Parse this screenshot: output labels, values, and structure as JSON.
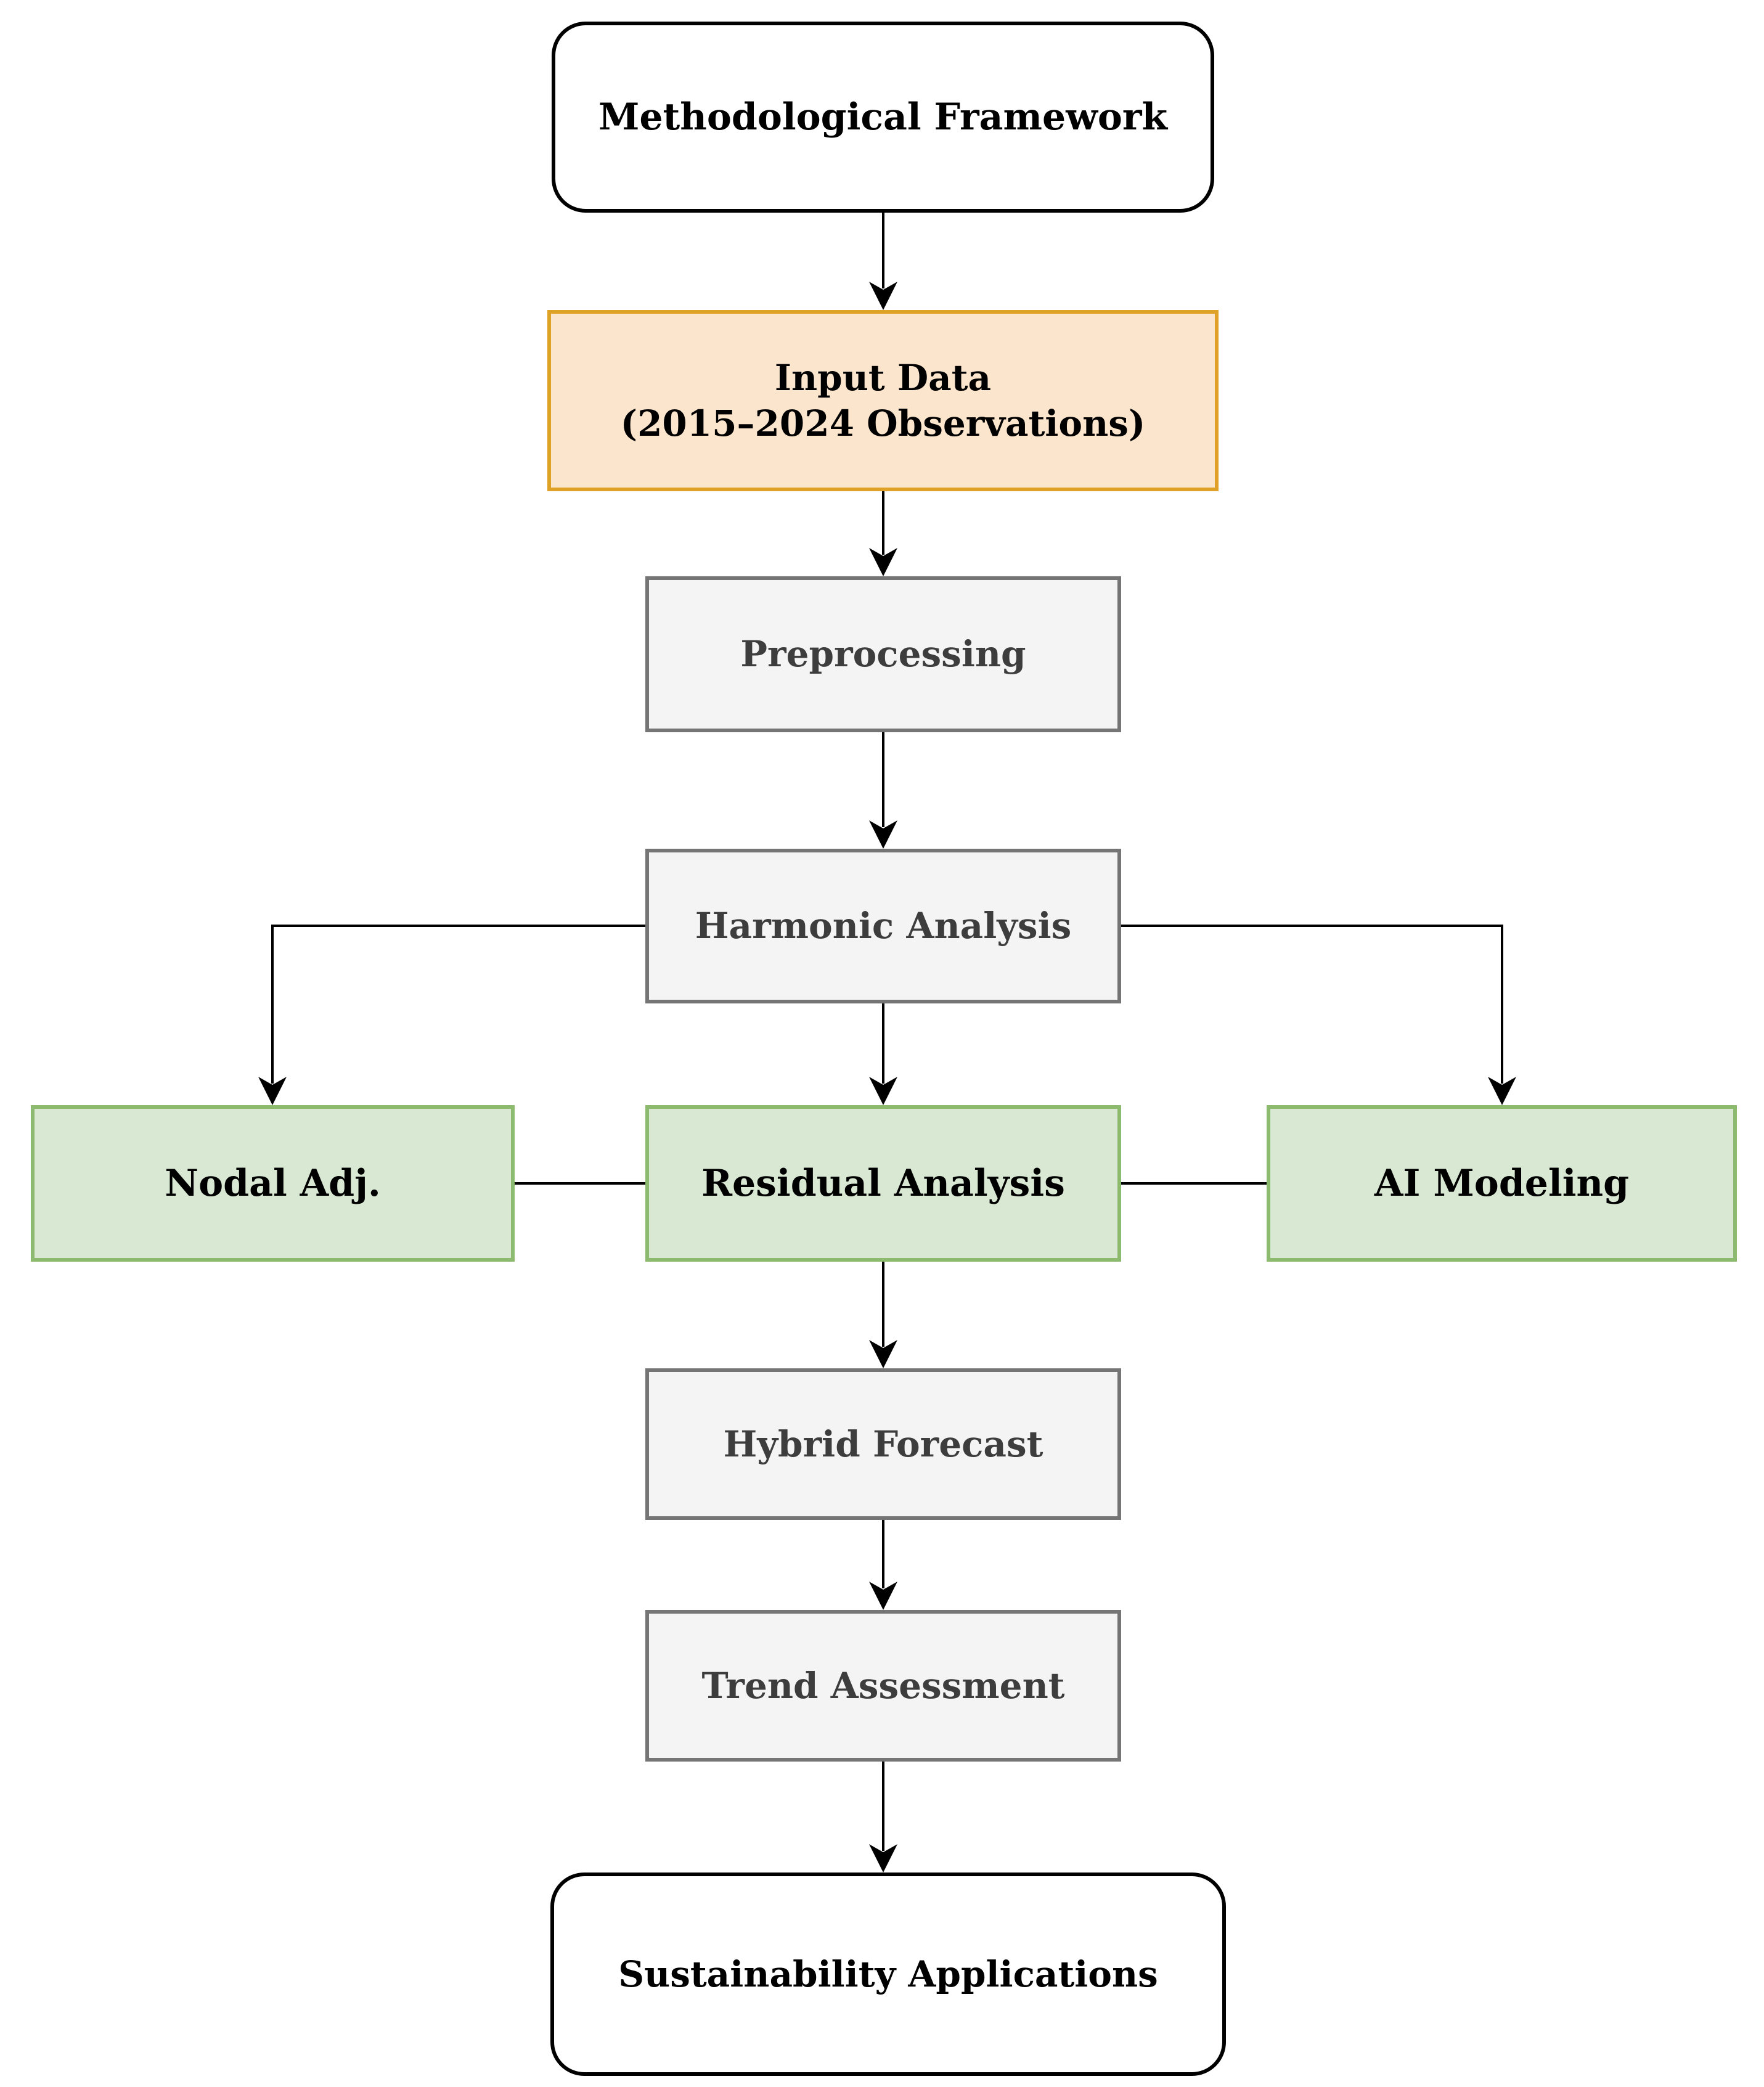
{
  "figure": {
    "type": "flowchart",
    "title": "Methodological Framework"
  },
  "nodes": {
    "framework": {
      "label": "Methodological Framework"
    },
    "input_data": {
      "line1": "Input Data",
      "line2": "(2015–2024 Observations)"
    },
    "preprocessing": {
      "label": "Preprocessing"
    },
    "harmonic_analysis": {
      "label": "Harmonic Analysis"
    },
    "nodal_adjustment": {
      "label": "Nodal Adj."
    },
    "residual_analysis": {
      "label": "Residual Analysis"
    },
    "ai_modeling": {
      "label": "AI Modeling"
    },
    "hybrid_forecast": {
      "label": "Hybrid Forecast"
    },
    "trend_assessment": {
      "label": "Trend Assessment"
    },
    "sustainability_applications": {
      "label": "Sustainability Applications"
    }
  },
  "colors": {
    "input_fill": "#FCE5CD",
    "input_border": "#DFA226",
    "process_fill": "#F4F4F4",
    "process_border": "#757575",
    "process_text": "#3D3D3D",
    "branch_fill": "#D9E8D3",
    "branch_border": "#8CBB70",
    "terminator_fill": "#FFFFFF",
    "terminator_border": "#000000",
    "connector": "#000000",
    "background": "#FFFFFF"
  }
}
